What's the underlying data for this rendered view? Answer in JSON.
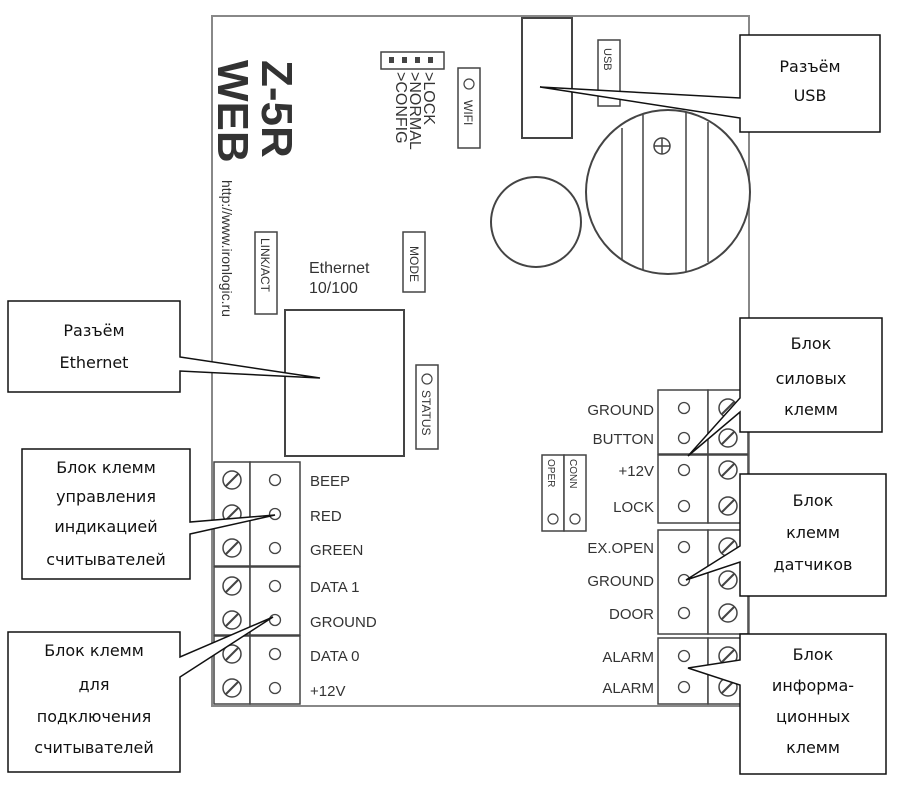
{
  "board": {
    "model_line1": "Z-5R",
    "model_line2": "WEB",
    "url": "http://www.ironlogic.ru",
    "jumper_lock": ">LOCK",
    "jumper_normal": ">NORMAL",
    "jumper_config": ">CONFIG",
    "led_wifi": "WIFI",
    "led_usb": "USB",
    "led_link": "LINK/ACT",
    "led_mode": "MODE",
    "led_status": "STATUS",
    "led_conn": "CONN",
    "led_oper": "OPER",
    "ethernet_line1": "Ethernet",
    "ethernet_line2": "10/100"
  },
  "left_terminals": [
    "BEEP",
    "RED",
    "GREEN",
    "DATA 1",
    "GROUND",
    "DATA 0",
    "+12V"
  ],
  "right_terminals": [
    "GROUND",
    "BUTTON",
    "+12V",
    "LOCK",
    "EX.OPEN",
    "GROUND",
    "DOOR",
    "ALARM",
    "ALARM"
  ],
  "callouts": {
    "usb": [
      "Разъём",
      "USB"
    ],
    "ethernet": [
      "Разъём",
      "Ethernet"
    ],
    "indication": [
      "Блок клемм",
      "управления",
      "индикацией",
      "считывателей"
    ],
    "readers": [
      "Блок клемм",
      "для",
      "подключения",
      "считывателей"
    ],
    "power": [
      "Блок",
      "силовых",
      "клемм"
    ],
    "sensors": [
      "Блок",
      "клемм",
      "датчиков"
    ],
    "info": [
      "Блок",
      "информа-",
      "ционных",
      "клемм"
    ]
  }
}
